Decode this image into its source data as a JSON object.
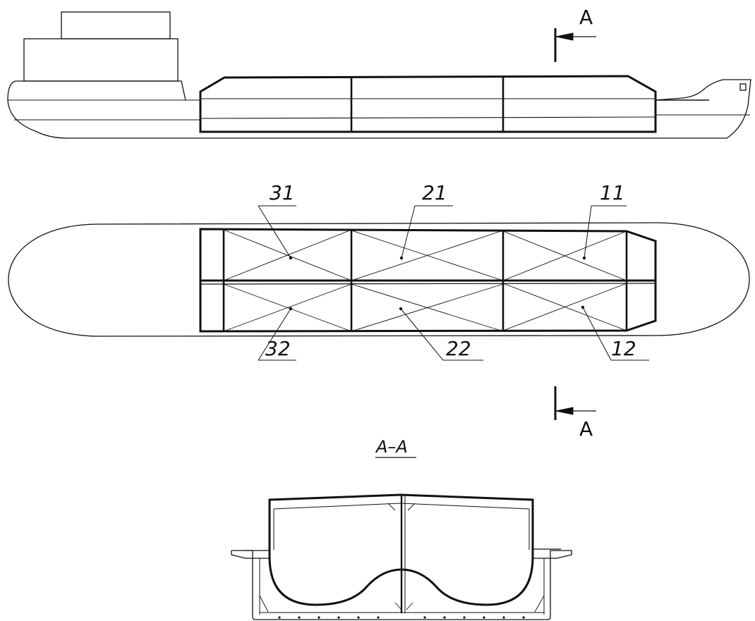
{
  "section_marks": {
    "top": "A",
    "bottom": "A"
  },
  "section_title": "A–A",
  "tank_labels": {
    "t31": "31",
    "t21": "21",
    "t11": "11",
    "t32": "32",
    "t22": "22",
    "t12": "12"
  }
}
